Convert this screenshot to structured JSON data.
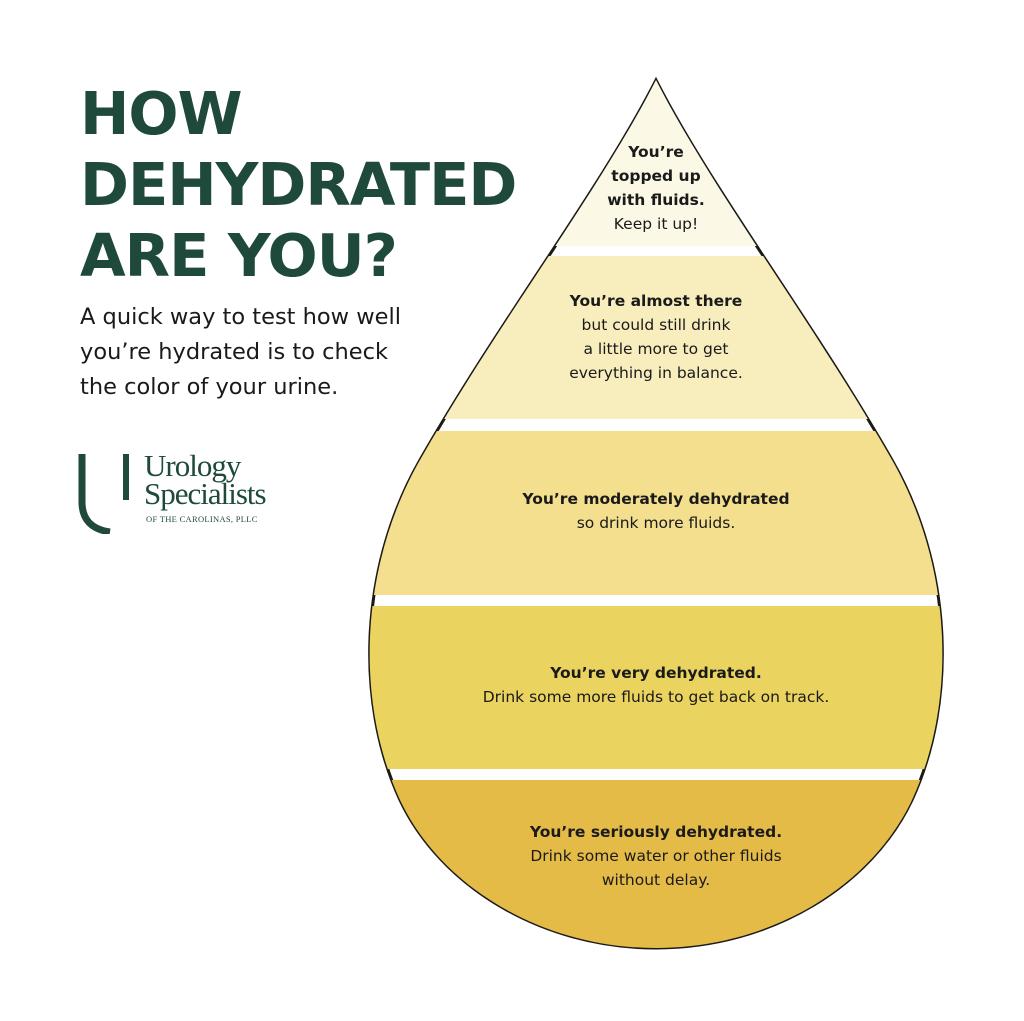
{
  "title": {
    "line1": "HOW",
    "line2": "DEHYDRATED",
    "line3": "ARE YOU?"
  },
  "subtitle": {
    "line1": "A quick way to test how well",
    "line2": "you’re hydrated is to check",
    "line3": "the color of your urine."
  },
  "logo": {
    "line1": "Urology",
    "line2": "Specialists",
    "line3": "OF THE CAROLINAS, PLLC"
  },
  "colors": {
    "title": "#1f4a3b",
    "outline": "#1c1a16",
    "level1": "#fcf8e6",
    "level2": "#f8edbd",
    "level3": "#f3df8d",
    "level4": "#ebd35f",
    "level5": "#e5bb48"
  },
  "levels": [
    {
      "bold": [
        "You’re",
        "topped up",
        "with fluids."
      ],
      "normal": [
        "Keep it up!"
      ]
    },
    {
      "bold": [
        "You’re almost there"
      ],
      "normal": [
        "but could still drink",
        "a little more to get",
        "everything in balance."
      ]
    },
    {
      "bold": [
        "You’re moderately dehydrated"
      ],
      "normal": [
        "so drink more fluids."
      ]
    },
    {
      "bold": [
        "You’re very dehydrated."
      ],
      "normal": [
        "Drink some more fluids to get back on track."
      ]
    },
    {
      "bold": [
        "You’re seriously dehydrated."
      ],
      "normal": [
        "Drink some water or other fluids",
        "without delay."
      ]
    }
  ]
}
